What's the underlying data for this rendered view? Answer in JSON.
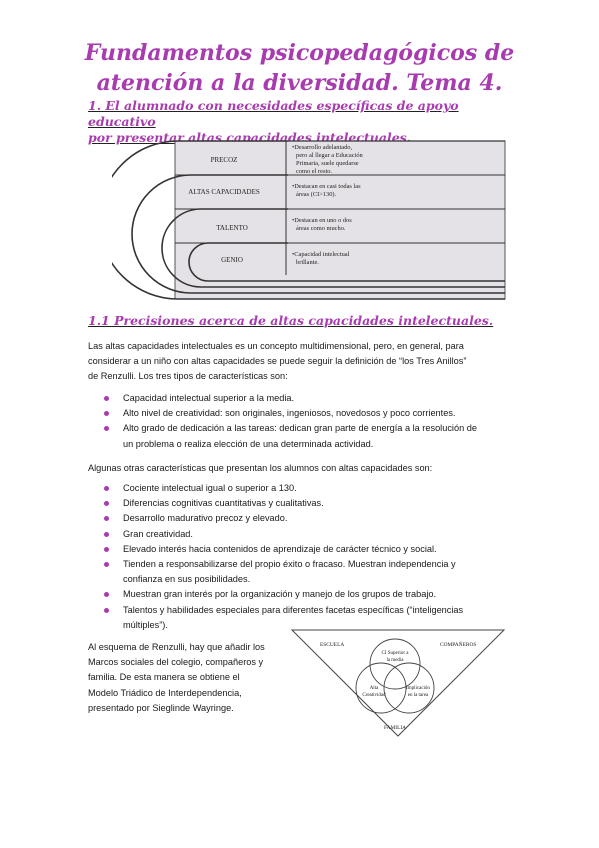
{
  "title": {
    "line1": "Fundamentos psicopedagógicos de",
    "line2": "atención a la diversidad. Tema 4."
  },
  "section1": {
    "heading_line1": "1. El alumnado con necesidades específicas de apoyo educativo",
    "heading_line2": "por presentar altas capacidades intelectuales."
  },
  "diagram1": {
    "rows": [
      {
        "label": "PRECOZ",
        "desc": [
          "•Desarrollo adelantado,",
          "pero al llegar a Educación",
          "Primaria, suele quedarse",
          "como el resto."
        ]
      },
      {
        "label": "ALTAS CAPACIDADES",
        "desc": [
          "•Destacan en casi todas las",
          "áreas (CI>130)."
        ]
      },
      {
        "label": "TALENTO",
        "desc": [
          "•Destacan en uno o dos",
          "áreas como mucho."
        ]
      },
      {
        "label": "GENIO",
        "desc": [
          "•Capacidad intelectual",
          "brillante."
        ]
      }
    ]
  },
  "section2": {
    "heading": "1.1 Precisiones acerca de altas capacidades intelectuales.",
    "intro": [
      "Las altas capacidades intelectuales es un concepto multidimensional, pero, en general, para",
      "considerar a un niño con altas capacidades se puede seguir la definición de “los Tres Anillos”",
      "de Renzulli. Los tres tipos de características son:"
    ],
    "bullets1": [
      [
        "Capacidad intelectual superior a la media."
      ],
      [
        "Alto nivel de creatividad: son originales, ingeniosos, novedosos y poco corrientes."
      ],
      [
        "Alto grado de dedicación a las tareas: dedican gran parte de energía a la resolución de",
        "un problema o realiza elección de una determinada actividad."
      ]
    ],
    "intro2": "Algunas otras características que presentan los alumnos con altas capacidades son:",
    "bullets2": [
      [
        "Cociente intelectual igual o superior a 130."
      ],
      [
        "Diferencias cognitivas cuantitativas y cualitativas."
      ],
      [
        "Desarrollo madurativo precoz y elevado."
      ],
      [
        "Gran creatividad."
      ],
      [
        "Elevado interés hacia contenidos de aprendizaje de carácter técnico y social."
      ],
      [
        "Tienden a responsabilizarse del propio éxito o fracaso. Muestran independencia y",
        "confianza en sus posibilidades."
      ],
      [
        "Muestran gran interés por la organización y manejo de los grupos de trabajo."
      ],
      [
        "Talentos y habilidades especiales para diferentes facetas específicas (“inteligencias",
        "múltiples”)."
      ]
    ],
    "closing": [
      "Al esquema de Renzulli, hay que añadir los",
      "Marcos sociales del colegio, compañeros y",
      "familia. De esta manera se obtiene el",
      "Modelo Triádico de Interdependencia,",
      "presentado por Sieglinde Wayringe."
    ]
  },
  "diagram2": {
    "corner_left": "ESCUELA",
    "corner_right": "COMPAÑEROS",
    "corner_bottom": "FAMILIA",
    "circle_top": [
      "CI Superior a",
      "la media"
    ],
    "circle_left": [
      "Alta",
      "Creatividad"
    ],
    "circle_right": [
      "Implicación",
      "en la tarea"
    ]
  },
  "colors": {
    "accent": "#a93bb0",
    "text": "#1a1a1a",
    "table_fill": "#e4e2e6"
  }
}
